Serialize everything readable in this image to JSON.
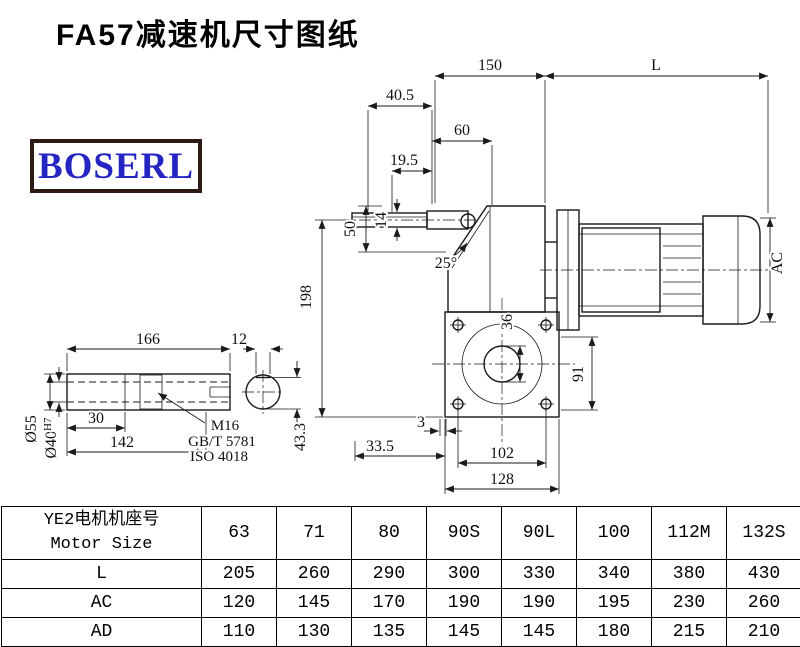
{
  "title": "FA57减速机尺寸图纸",
  "logo": {
    "text": "BOSERL"
  },
  "colors": {
    "logo_text": "#2525c4",
    "logo_border": "#2b1a12",
    "line_color": "#1a1a1a"
  },
  "drawing": {
    "top": {
      "d150": "150",
      "dL": "L"
    },
    "main": {
      "d40_5": "40.5",
      "d60": "60",
      "d19_5": "19.5",
      "d14": "14",
      "d50": "50",
      "angle": "25°",
      "d198": "198",
      "d36": "36",
      "dAC": "AC",
      "d91": "91",
      "d3": "3",
      "d33_5": "33.5",
      "d102": "102",
      "d128": "128"
    },
    "shaft": {
      "d166": "166",
      "d12": "12",
      "d30": "30",
      "d142": "142",
      "d55": "Ø55",
      "d40": "Ø40",
      "d40_tol": "H7",
      "m16": "M16",
      "gbt": "GB/T 5781",
      "iso": "ISO 4018",
      "d43_3": "43.3"
    }
  },
  "table": {
    "header_cn": "YE2电机机座号",
    "header_en": "Motor Size",
    "columns": [
      "63",
      "71",
      "80",
      "90S",
      "90L",
      "100",
      "112M",
      "132S"
    ],
    "rows": [
      {
        "label": "L",
        "values": [
          "205",
          "260",
          "290",
          "300",
          "330",
          "340",
          "380",
          "430"
        ]
      },
      {
        "label": "AC",
        "values": [
          "120",
          "145",
          "170",
          "190",
          "190",
          "195",
          "230",
          "260"
        ]
      },
      {
        "label": "AD",
        "values": [
          "110",
          "130",
          "135",
          "145",
          "145",
          "180",
          "215",
          "210"
        ]
      }
    ]
  }
}
